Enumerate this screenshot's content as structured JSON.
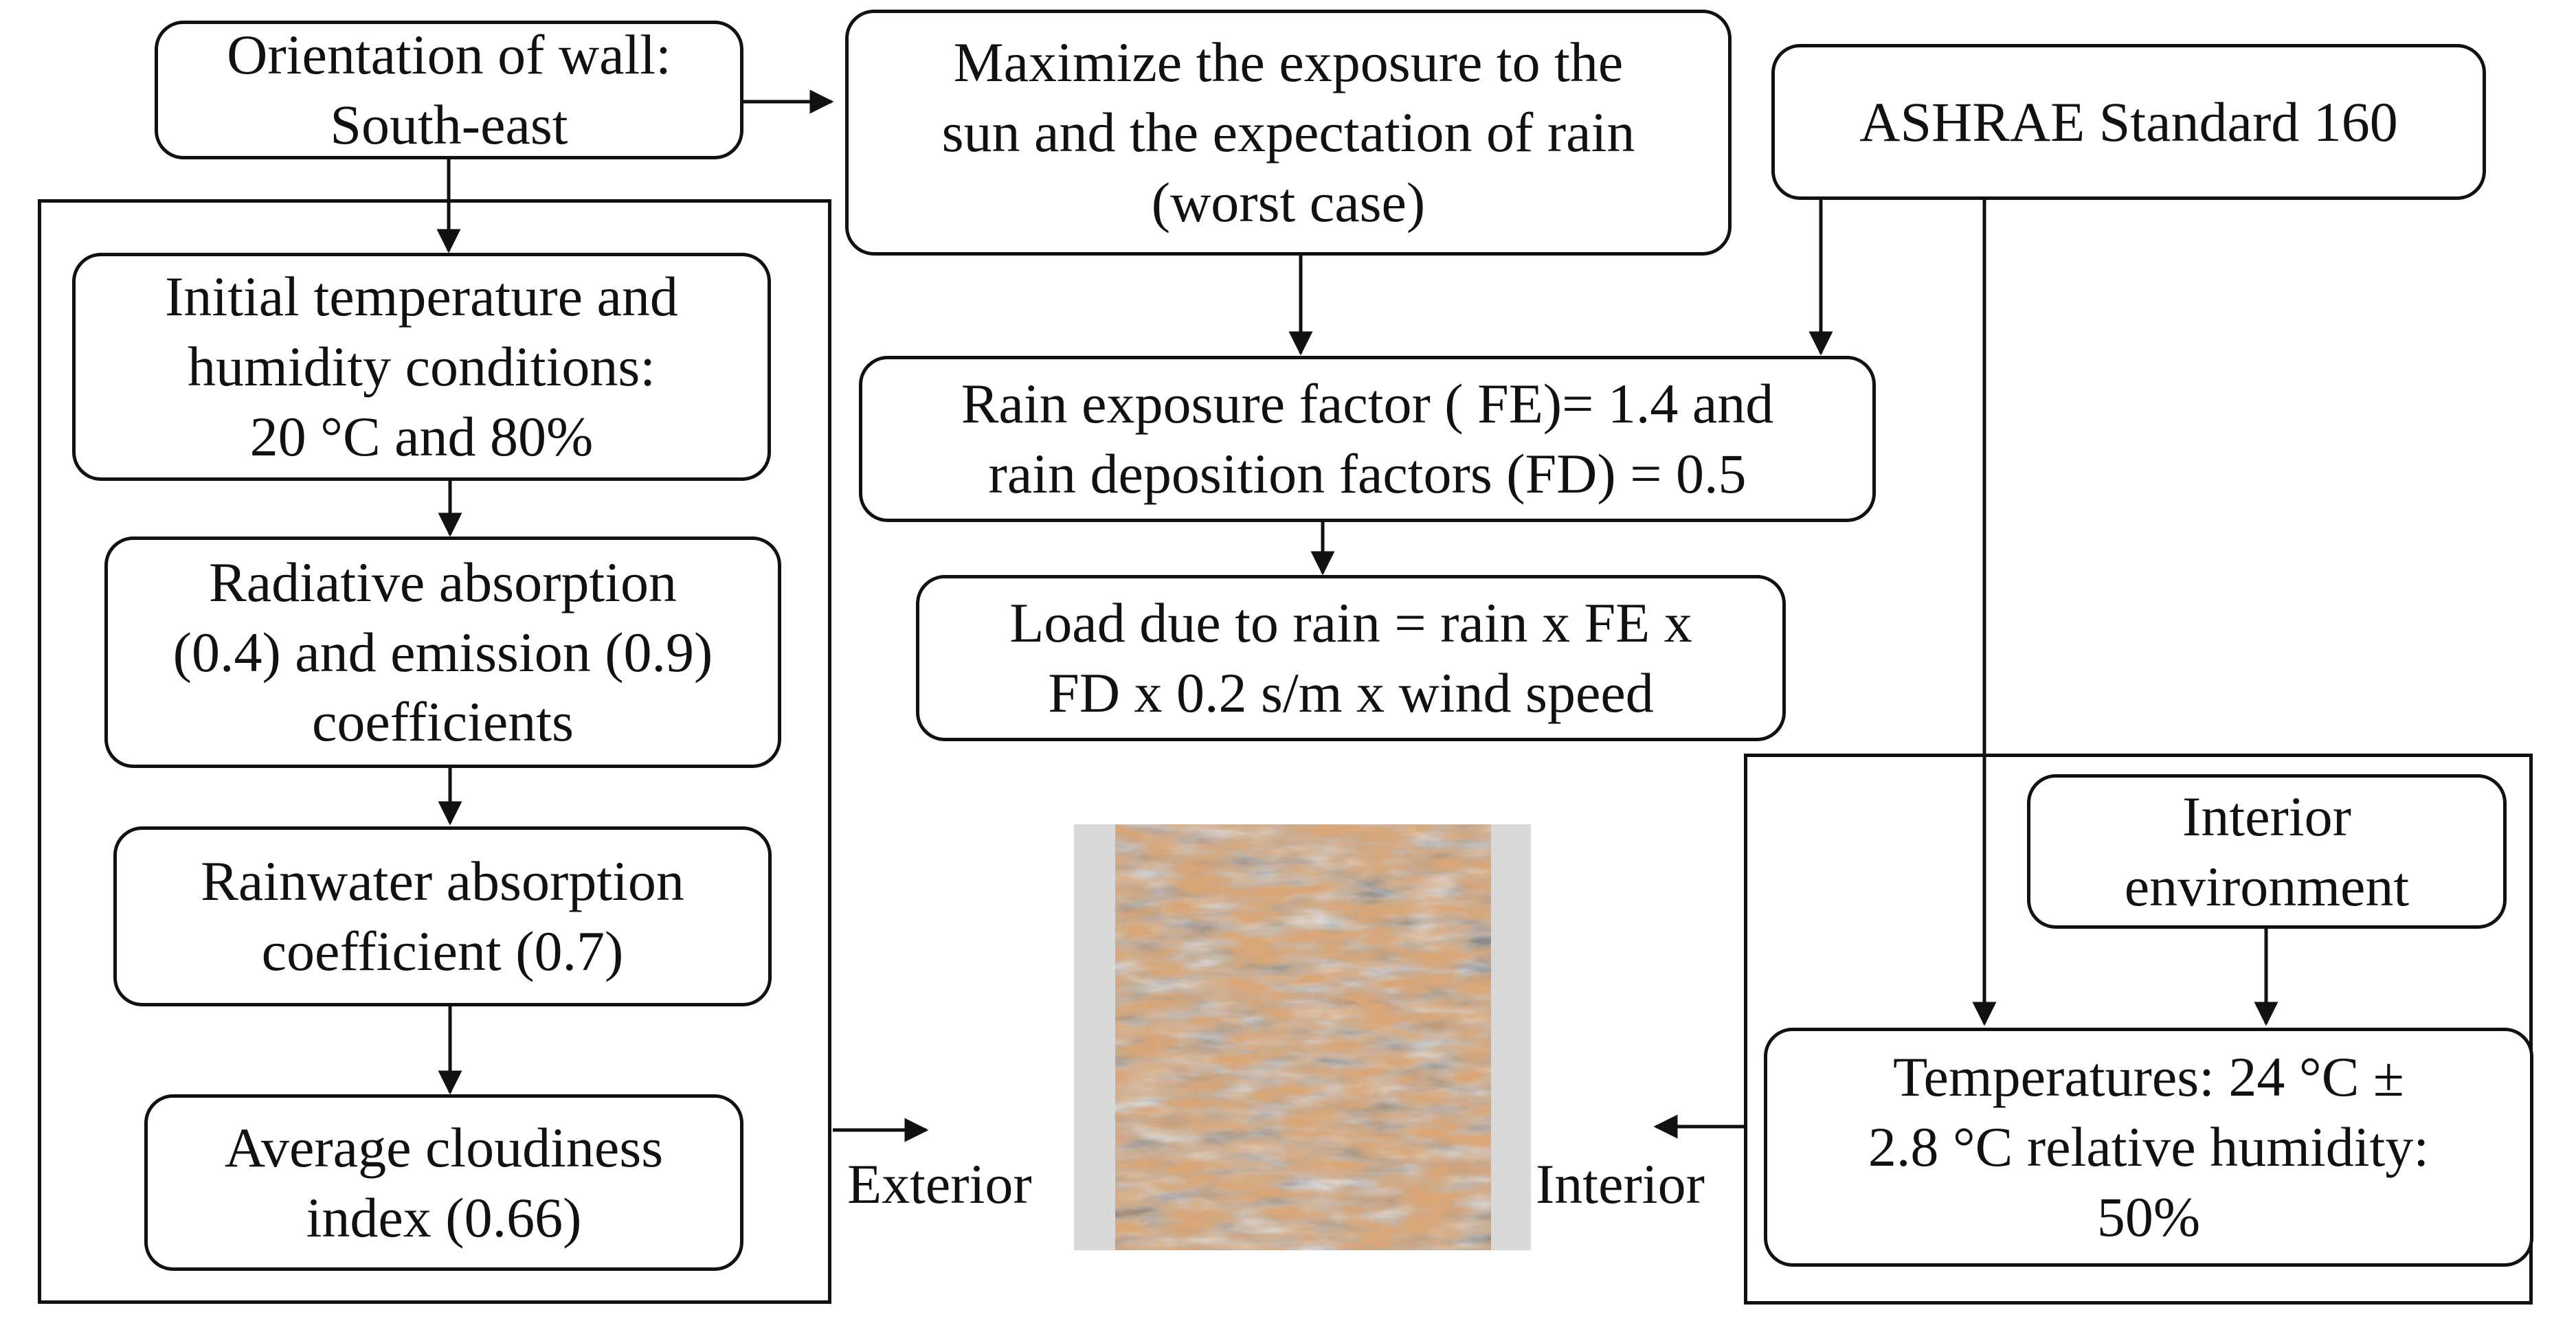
{
  "nodes": {
    "orientation": "Orientation of wall:\nSouth-east",
    "maximize": "Maximize the exposure to the\nsun and the expectation of rain\n(worst case)",
    "ashrae": "ASHRAE Standard 160",
    "initial_conditions": "Initial temperature and\nhumidity conditions:\n20 °C and 80%",
    "rain_factors": "Rain exposure factor ( FE)= 1.4 and\nrain deposition factors (FD) = 0.5",
    "radiative": "Radiative absorption\n(0.4) and emission (0.9)\ncoefficients",
    "rain_load": "Load due to rain = rain x FE x\nFD x 0.2 s/m x wind speed",
    "rainwater": "Rainwater absorption\ncoefficient (0.7)",
    "cloudiness": "Average cloudiness\nindex (0.66)",
    "interior_env": "Interior\nenvironment",
    "interior_conditions": "Temperatures: 24 °C ±\n2.8 °C relative humidity:\n50%"
  },
  "labels": {
    "exterior": "Exterior",
    "interior": "Interior"
  },
  "colors": {
    "line": "#111111",
    "wall_side": "#d9d9d9",
    "wall_core_light": "#d9a677",
    "wall_core_dark": "#8a5426"
  }
}
